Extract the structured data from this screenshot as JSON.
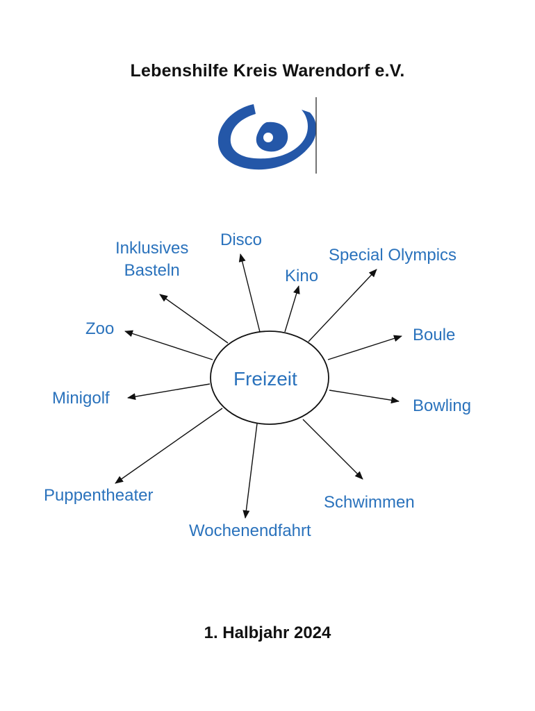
{
  "header": {
    "title": "Lebenshilfe Kreis Warendorf e.V."
  },
  "logo": {
    "icon": "lebenshilfe-logo-icon",
    "color": "#2457a8"
  },
  "diagram": {
    "text_color": "#2a72bc",
    "line_color": "#111111",
    "center": "Freizeit",
    "activities": {
      "disco": "Disco",
      "inklusives_basteln": [
        "Inklusives",
        "Basteln"
      ],
      "kino": "Kino",
      "special_olympics": "Special Olympics",
      "zoo": "Zoo",
      "boule": "Boule",
      "minigolf": "Minigolf",
      "bowling": "Bowling",
      "puppentheater": "Puppentheater",
      "schwimmen": "Schwimmen",
      "wochenendfahrt": "Wochenendfahrt"
    }
  },
  "footer": {
    "period": "1. Halbjahr 2024"
  }
}
